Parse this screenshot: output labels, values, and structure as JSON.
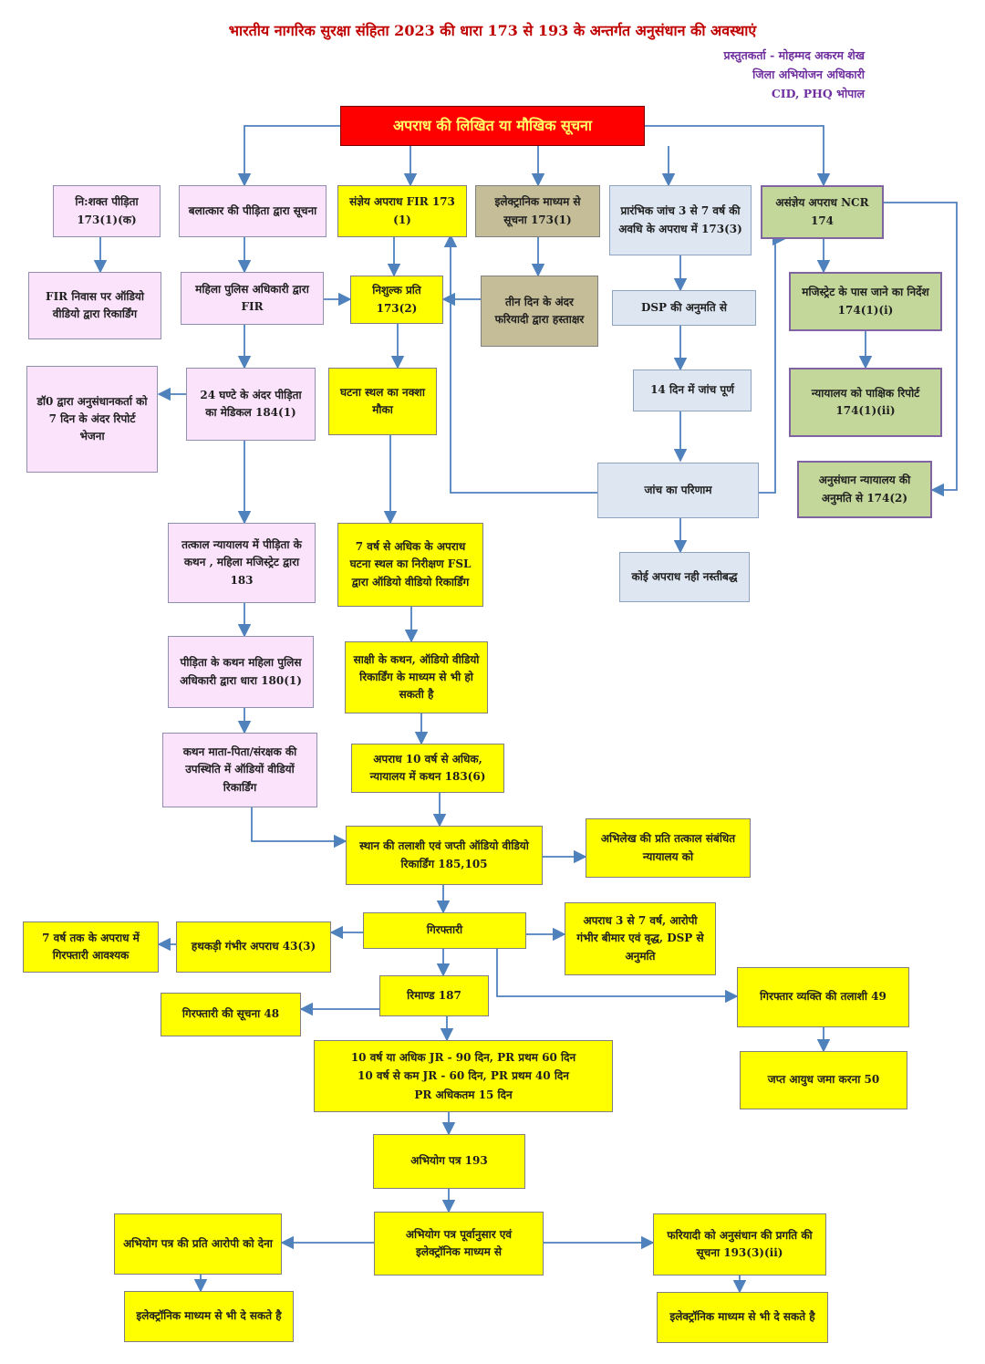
{
  "header": {
    "title": "भारतीय नागरिक सुरक्षा संहिता 2023 की धारा 173 से 193 के अन्तर्गत अनुसंधान की अवस्थाएं",
    "author_line1": "प्रस्तुतकर्ता - मोहम्मद अकरम शेख",
    "author_line2": "जिला अभियोजन अधिकारी",
    "author_line3": "CID, PHQ भोपाल"
  },
  "colors": {
    "title": "#c00000",
    "author": "#7030a0",
    "arrow": "#4f81bd",
    "pink": "#fbe3fb",
    "yellow": "#ffff00",
    "blue": "#dde6f1",
    "green": "#c4d79b",
    "olive": "#c4bd97",
    "red": "#ff0000"
  },
  "nodes": {
    "root": "अपराध की लिखित या मौखिक सूचना",
    "disabled_victim": "नि:शक्त पीड़िता 173(1)(क)",
    "rape_victim": "बलात्कार की पीड़िता द्वारा सूचना",
    "cognizable": "संज्ञेय अपराध FIR 173 (1)",
    "electronic_info": "इलेक्ट्रानिक माध्यम से सूचना 173(1)",
    "preliminary": "प्रारंभिक जांच 3 से 7 वर्ष की अवधि के अपराध में 173(3)",
    "non_cognizable": "असंज्ञेय अपराध NCR 174",
    "fir_home": "FIR निवास पर ऑडियो वीडियो द्वारा रिकार्डिंग",
    "woman_officer_fir": "महिला पुलिस अधिकारी द्वारा FIR",
    "free_copy": "निशुल्क प्रति 173(2)",
    "three_days": "तीन दिन के अंदर फरियादी द्वारा हस्ताक्षर",
    "dsp_permission": "DSP की अनुमति से",
    "magistrate": "मजिस्ट्रेट के पास जाने का निर्देश 174(1)(i)",
    "doctor_report": "डॉ0 द्वारा अनुसंधानकर्ता को 7 दिन के अंदर रिपोर्ट भेजना",
    "medical": "24 घण्टे के अंदर पीड़िता का मेडिकल 184(1)",
    "spot_map": "घटना स्थल का नक्शा मौका",
    "fourteen_days": "14 दिन में जांच पूर्ण",
    "court_fortnight": "न्यायालय को पाक्षिक रिपोर्ट 174(1)(ii)",
    "inquiry_result": "जांच का परिणाम",
    "investigation_permission": "अनुसंधान न्यायालय की अनुमति से 174(2)",
    "statement_magistrate": "तत्काल न्यायालय में पीड़िता के कथन , महिला मजिस्ट्रेट द्वारा 183",
    "fsl_inspection": "7 वर्ष से अधिक के अपराध घटना स्थल का निरीक्षण FSL द्वारा ऑडियो वीडियो रिकार्डिंग",
    "no_offence": "कोई अपराध नही नस्तीबद्ध",
    "statement_officer": "पीड़िता के कथन महिला पुलिस अधिकारी द्वारा धारा 180(1)",
    "witness_statement": "साक्षी के कथन, ऑडियो वीडियो रिकार्डिंग के माध्यम से भी हो सकती है",
    "parents_presence": "कथन माता-पिता/संरक्षक की उपस्थिति में ऑडियों वीडियों रिकार्डिंग",
    "ten_years": "अपराध 10 वर्ष से अधिक, न्यायालय में कथन 183(6)",
    "search_seizure": "स्थान की तलाशी एवं जप्ती ऑडियो वीडियो रिकार्डिंग 185,105",
    "record_copy": "अभिलेख की प्रति तत्काल संबंधित न्यायालय को",
    "arrest": "गिरफ्तारी",
    "seven_years_arrest": "7 वर्ष तक के अपराध में गिरफ्तारी आवश्यक",
    "handcuff": "हथकड़ी गंभीर अपराध 43(3)",
    "arrest_condition": "अपराध 3 से 7 वर्ष, आरोपी गंभीर बीमार एवं वृद्ध, DSP से अनुमति",
    "remand": "रिमाण्ड 187",
    "arrest_info": "गिरफ्तारी की सूचना 48",
    "arrestee_search": "गिरफ्तार व्यक्ति की तलाशी 49",
    "remand_periods_1": "10 वर्ष या अधिक JR - 90 दिन, PR प्रथम 60 दिन",
    "remand_periods_2": "10 वर्ष से कम JR - 60 दिन, PR प्रथम 40 दिन",
    "remand_periods_3": "PR अधिकतम 15 दिन",
    "seized_weapon": "जप्त आयुध जमा करना 50",
    "chargesheet": "अभियोग पत्र 193",
    "copy_accused": "अभियोग पत्र की प्रति आरोपी को देना",
    "chargesheet_electronic": "अभियोग पत्र पूर्वानुसार एवं इलेक्ट्रॉनिक माध्यम से",
    "complainant_progress": "फरियादी को अनुसंधान की प्रगति की सूचना 193(3)(ii)",
    "electronic_left": "इलेक्ट्रॉनिक माध्यम से भी दे सकते है",
    "electronic_right": "इलेक्ट्रॉनिक माध्यम से भी दे सकते है"
  }
}
